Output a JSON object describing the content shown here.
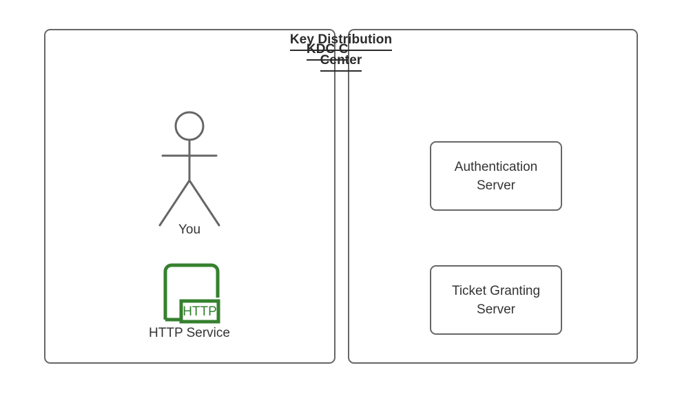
{
  "diagram": {
    "title": "",
    "background_color": "#ffffff",
    "stroke_color": "#666666",
    "text_color": "#333333",
    "accent_green": "#35802F"
  },
  "panels": [
    {
      "id": "kdc-client",
      "title": "KDC Client",
      "title_bold": true,
      "title_underlined": true,
      "nodes": [
        {
          "id": "you",
          "type": "actor",
          "label": "You",
          "icon": "stick-figure-icon",
          "color": "#666666"
        },
        {
          "id": "http-service",
          "type": "service",
          "label": "HTTP Service",
          "icon": "http-service-icon",
          "badge_text": "HTTP",
          "color": "#35802F"
        }
      ]
    },
    {
      "id": "key-distribution-center",
      "title_line1": "Key Distribution",
      "title_line2": "Center",
      "title_bold": true,
      "title_underlined": true,
      "nodes": [
        {
          "id": "authentication-server",
          "type": "box",
          "label": "Authentication\nServer"
        },
        {
          "id": "ticket-granting-server",
          "type": "box",
          "label": "Ticket Granting\nServer"
        }
      ]
    }
  ]
}
